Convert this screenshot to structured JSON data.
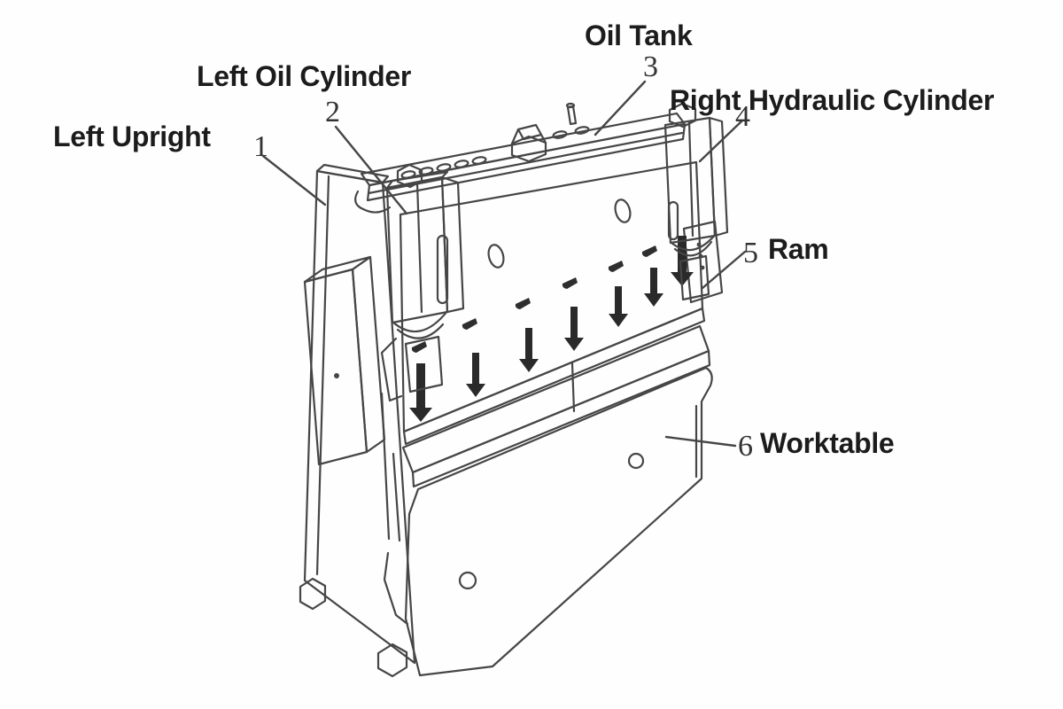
{
  "labels": [
    {
      "number": "1",
      "text": "Left Upright"
    },
    {
      "number": "2",
      "text": "Left Oil Cylinder"
    },
    {
      "number": "3",
      "text": "Oil Tank"
    },
    {
      "number": "4",
      "text": "Right Hydraulic Cylinder"
    },
    {
      "number": "5",
      "text": "Ram"
    },
    {
      "number": "6",
      "text": "Worktable"
    }
  ],
  "colors": {
    "background": "#fefefe",
    "line": "#464646",
    "text": "#1c1c1c",
    "number_text": "#333333",
    "arrow_fill": "#2a2a2a"
  }
}
